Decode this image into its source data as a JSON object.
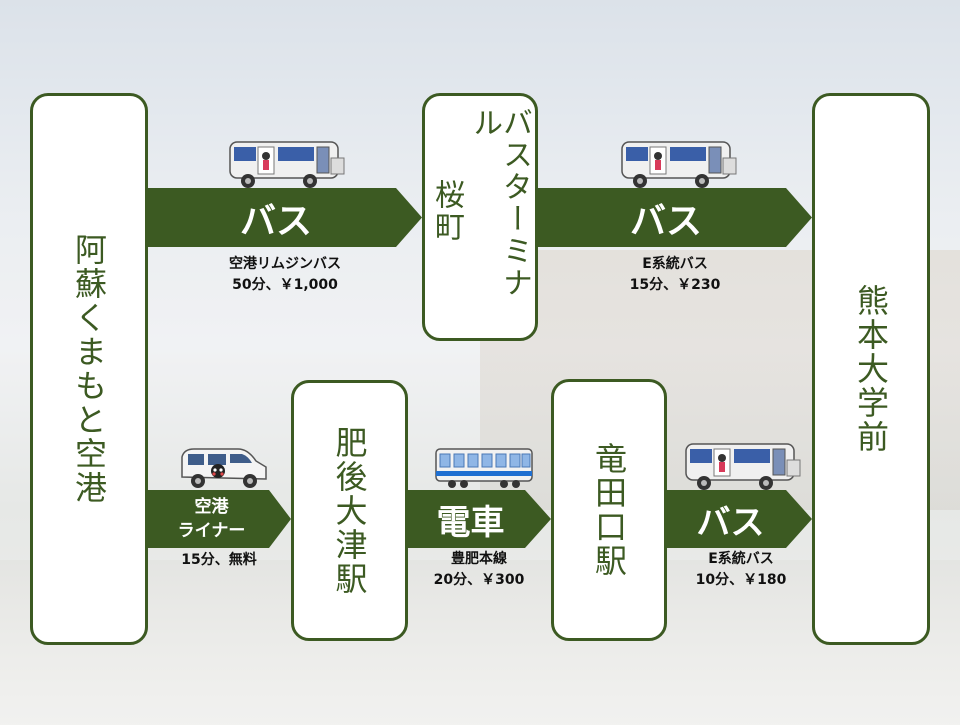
{
  "stations": {
    "airport": "阿蘇くまもと空港",
    "sakuramachi_line1": "バスターミナル",
    "sakuramachi_line2": "桜町",
    "higo_ozu": "肥後大津駅",
    "tatsutaguchi": "竜田口駅",
    "kumadai": "熊本大学前"
  },
  "routes": {
    "limousine": {
      "mode": "バス",
      "line": "空港リムジンバス",
      "detail": "50分、￥1,000"
    },
    "e_bus_top": {
      "mode": "バス",
      "line": "E系統バス",
      "detail": "15分、￥230"
    },
    "liner": {
      "mode_line1": "空港",
      "mode_line2": "ライナー",
      "detail": "15分、無料"
    },
    "train": {
      "mode": "電車",
      "line": "豊肥本線",
      "detail": "20分、￥300"
    },
    "e_bus_bottom": {
      "mode": "バス",
      "line": "E系統バス",
      "detail": "10分、￥180"
    }
  },
  "icons": {
    "bus": "bus-icon",
    "train": "train-icon",
    "van": "van-icon"
  },
  "colors": {
    "accent": "#3c5a22",
    "bus_body": "#f0f0f0",
    "bus_window": "#3a5fa8",
    "train_stripe": "#1f6fd1"
  }
}
